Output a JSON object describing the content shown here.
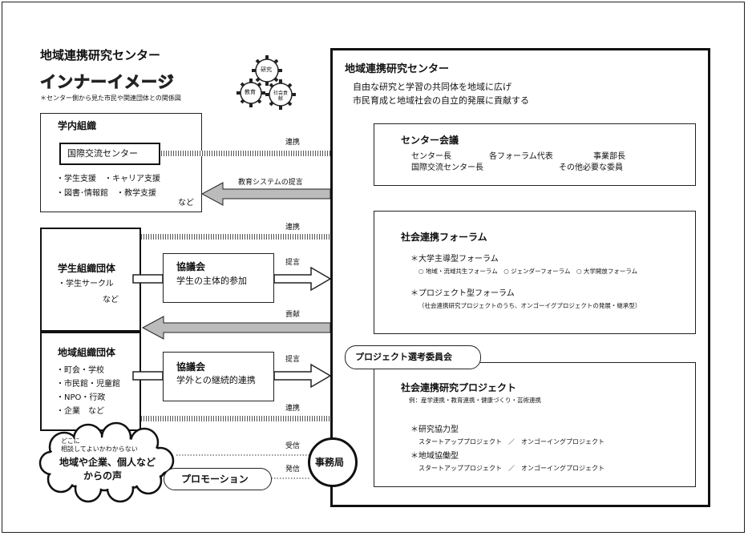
{
  "header": {
    "title": "地域連携研究センター",
    "subtitle": "インナーイメージ",
    "note": "＊センター側から見た市民や関連団体との関係図",
    "gears": [
      "研究",
      "教育",
      "社会貢献"
    ]
  },
  "internal": {
    "title": "学内組織",
    "highlight": "国際交流センター",
    "line1": "・学生支援　・キャリア支援",
    "line2": "・図書･情報館　・教学支援",
    "etc": "など"
  },
  "student": {
    "title": "学生組織団体",
    "item": "・学生サークル",
    "etc": "など"
  },
  "regional": {
    "title": "地域組織団体",
    "items": [
      "・町会・学校",
      "・市民館・児童館",
      "・NPO・行政",
      "・企業　など"
    ]
  },
  "council1": {
    "title": "協議会",
    "desc": "学生の主体的参加"
  },
  "council2": {
    "title": "協議会",
    "desc": "学外との継続的連携"
  },
  "arrows": {
    "renkei": "連携",
    "proposal_system": "教育システムの提言",
    "teigen": "提言",
    "kouken": "貢献",
    "jushin": "受信",
    "hasshin": "発信"
  },
  "cloud": {
    "small": "どこに\n相談してよいかわからない",
    "big1": "地域や企業、個人など",
    "big2": "からの声"
  },
  "promotion": "プロモーション",
  "office": "事務局",
  "center": {
    "title": "地域連携研究センター",
    "desc1": "自由な研究と学習の共同体を地域に広げ",
    "desc2": "市民育成と地域社会の自立的発展に貢献する"
  },
  "meeting": {
    "title": "センター会議",
    "members": [
      "センター長",
      "各フォーラム代表",
      "事業部長",
      "国際交流センター長",
      "その他必要な委員"
    ]
  },
  "forum": {
    "title": "社会連携フォーラム",
    "type1": "＊大学主導型フォーラム",
    "type1_items": "○ 地域・流域共生フォーラム　○ ジェンダーフォーラム　○ 大学開放フォーラム",
    "type2": "＊プロジェクト型フォーラム",
    "type2_note": "（社会連携研究プロジェクトのうち、オンゴーイグプロジェクトの発展・継承型）"
  },
  "selection": "プロジェクト選考委員会",
  "project": {
    "title": "社会連携研究プロジェクト",
    "example": "例：産学連携・教育連携・健康づくり・芸術連携",
    "type1": "＊研究協力型",
    "type1_items": "スタートアッププロジェクト　／　オンゴーイングプロジェクト",
    "type2": "＊地域協働型",
    "type2_items": "スタートアッププロジェクト　／　オンゴーイングプロジェクト"
  }
}
